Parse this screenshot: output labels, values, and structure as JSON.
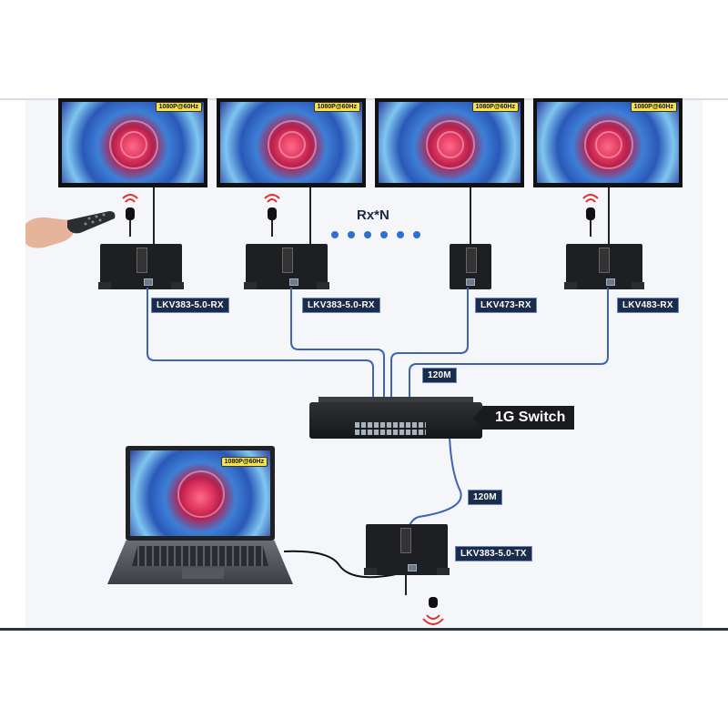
{
  "monitor_badge": "1080P@60Hz",
  "laptop_badge": "1080P@60Hz",
  "rx_caption": "Rx*N",
  "receivers": [
    {
      "label": "LKV383-5.0-RX"
    },
    {
      "label": "LKV383-5.0-RX"
    },
    {
      "label": "LKV473-RX"
    },
    {
      "label": "LKV483-RX"
    }
  ],
  "switch_label": "1G Switch",
  "cable_top_label": "120M",
  "cable_bottom_label": "120M",
  "transmitter_label": "LKV383-5.0-TX",
  "colors": {
    "cable": "#3c63b4",
    "label_bg": "#1b2b4a",
    "badge": "#f8e24a",
    "dots": "#2e6fd1",
    "ir_wave": "#e03030"
  }
}
